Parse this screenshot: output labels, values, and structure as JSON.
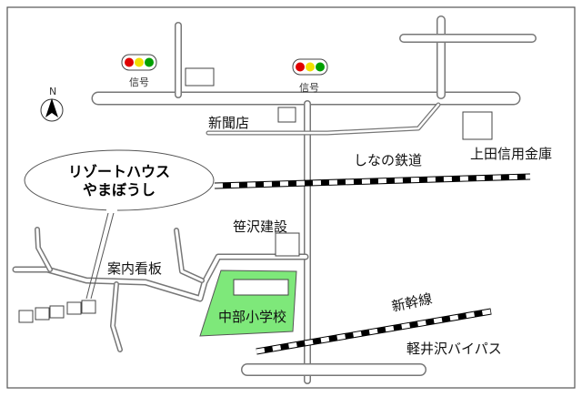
{
  "map": {
    "labels": {
      "resort_line1": "リゾートハウス",
      "resort_line2": "やまぼうし",
      "signal_left": "信号",
      "signal_right": "信号",
      "newspaper": "新聞店",
      "shinano_railway": "しなの鉄道",
      "ueda_shinkin": "上田信用金庫",
      "sasazawa": "笹沢建設",
      "signboard": "案内看板",
      "school": "中部小学校",
      "shinkansen": "新幹線",
      "bypass": "軽井沢バイパス",
      "north": "N"
    },
    "colors": {
      "school_fill": "#7ee87a",
      "signal_red": "#e00000",
      "signal_yellow": "#f0e000",
      "signal_green": "#00a000",
      "rail_dark": "#000000",
      "rail_light": "#ffffff"
    }
  }
}
